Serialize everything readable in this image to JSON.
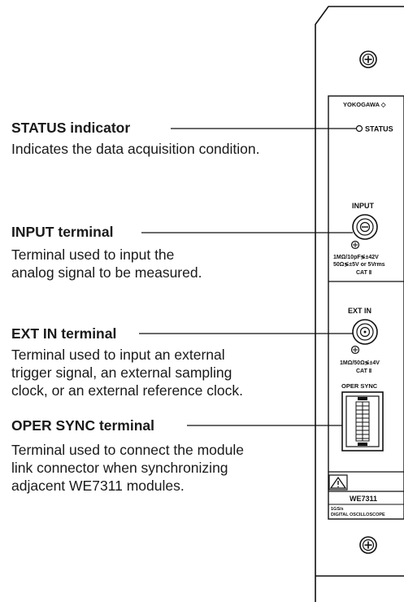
{
  "callouts": {
    "status": {
      "title": "STATUS indicator",
      "desc": "Indicates the data acquisition condition."
    },
    "input": {
      "title": "INPUT terminal",
      "desc": "Terminal used to input the\nanalog signal to be measured."
    },
    "ext_in": {
      "title": "EXT IN terminal",
      "desc": "Terminal used to input an external\ntrigger signal, an external sampling\nclock, or an external reference clock."
    },
    "oper_sync": {
      "title": "OPER SYNC terminal",
      "desc": "Terminal used to connect the module\nlink connector when synchronizing\nadjacent WE7311 modules."
    }
  },
  "panel": {
    "brand": "YOKOGAWA ◇",
    "status_label": "STATUS",
    "input_label": "INPUT",
    "input_spec_1": "1MΩ/10pF≶±42V",
    "input_spec_2": "50Ω≶±5V or 5Vrms",
    "input_cat": "CAT Ⅱ",
    "ext_in_label": "EXT  IN",
    "ext_in_spec": "1MΩ/50Ω≶±4V",
    "ext_in_cat": "CAT Ⅱ",
    "oper_sync_label": "OPER  SYNC",
    "model": "WE7311",
    "model_sub_1": "1GS/s",
    "model_sub_2": "DIGITAL  OSCILLOSCOPE",
    "warning_symbol": "warning-triangle-icon"
  }
}
